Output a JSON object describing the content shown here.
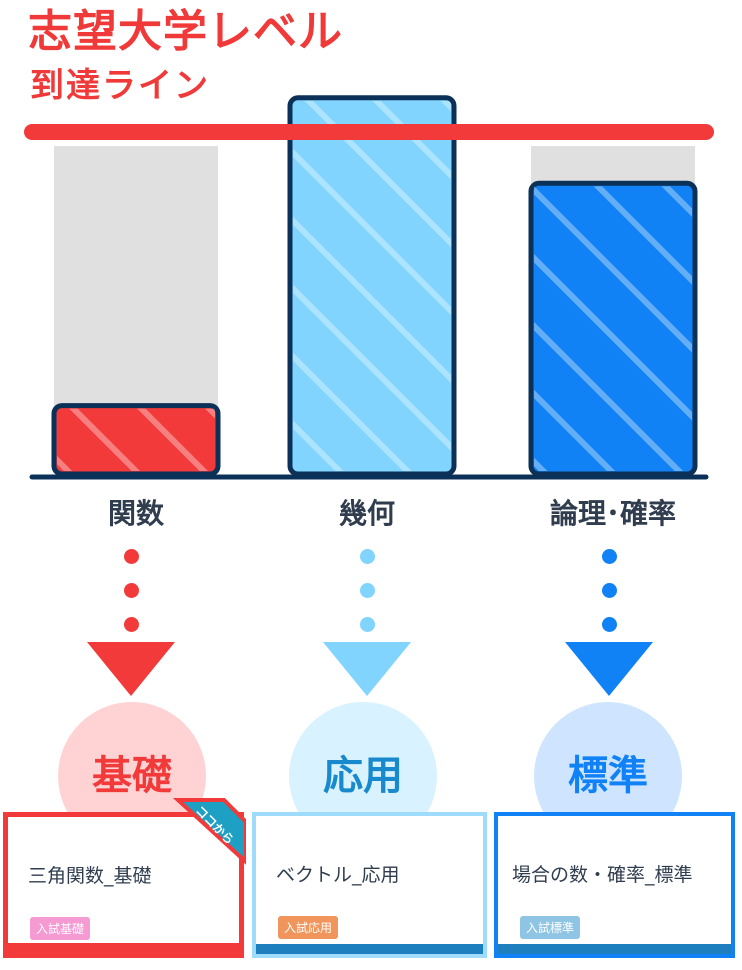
{
  "title": "志望大学レベル",
  "subtitle": "到達ライン",
  "colors": {
    "red": "#f23a3a",
    "light_blue": "#80d4fd",
    "blue": "#1182f5",
    "navy": "#0c3158",
    "gray_track": "#e0e0e0",
    "target_line": "#f23a3a"
  },
  "chart_data": {
    "type": "bar",
    "categories": [
      "関数",
      "幾何",
      "論理・確率"
    ],
    "category_labels": [
      "関数",
      "幾何",
      "論理･確率"
    ],
    "values": [
      0.2,
      1.1,
      0.85
    ],
    "target_line": 1.0,
    "ylim": [
      0,
      1.0
    ],
    "grid": false,
    "bar_colors": [
      "#f23a3a",
      "#80d4fd",
      "#1182f5"
    ]
  },
  "levels": [
    {
      "label": "基礎",
      "color": "#f23a3a",
      "circle_bg": "#ffd3d3"
    },
    {
      "label": "応用",
      "color": "#1889cc",
      "circle_bg": "#d9f2ff"
    },
    {
      "label": "標準",
      "color": "#1182f5",
      "circle_bg": "#cfe4ff"
    }
  ],
  "cards": [
    {
      "title": "三角関数_基礎",
      "badge": "入試基礎",
      "badge_color": "#f59ad2",
      "border_color": "#f23a3a",
      "bottom_color": "#f23a3a"
    },
    {
      "title": "ベクトル_応用",
      "badge": "入試応用",
      "badge_color": "#f0955b",
      "border_color": "#80d4fd",
      "bottom_color": "#1e7fbf"
    },
    {
      "title": "場合の数・確率_標準",
      "badge": "入試標準",
      "badge_color": "#8fc5e4",
      "border_color": "#1182f5",
      "bottom_color": "#1e7fbf"
    }
  ],
  "ribbon_label": "ココから"
}
